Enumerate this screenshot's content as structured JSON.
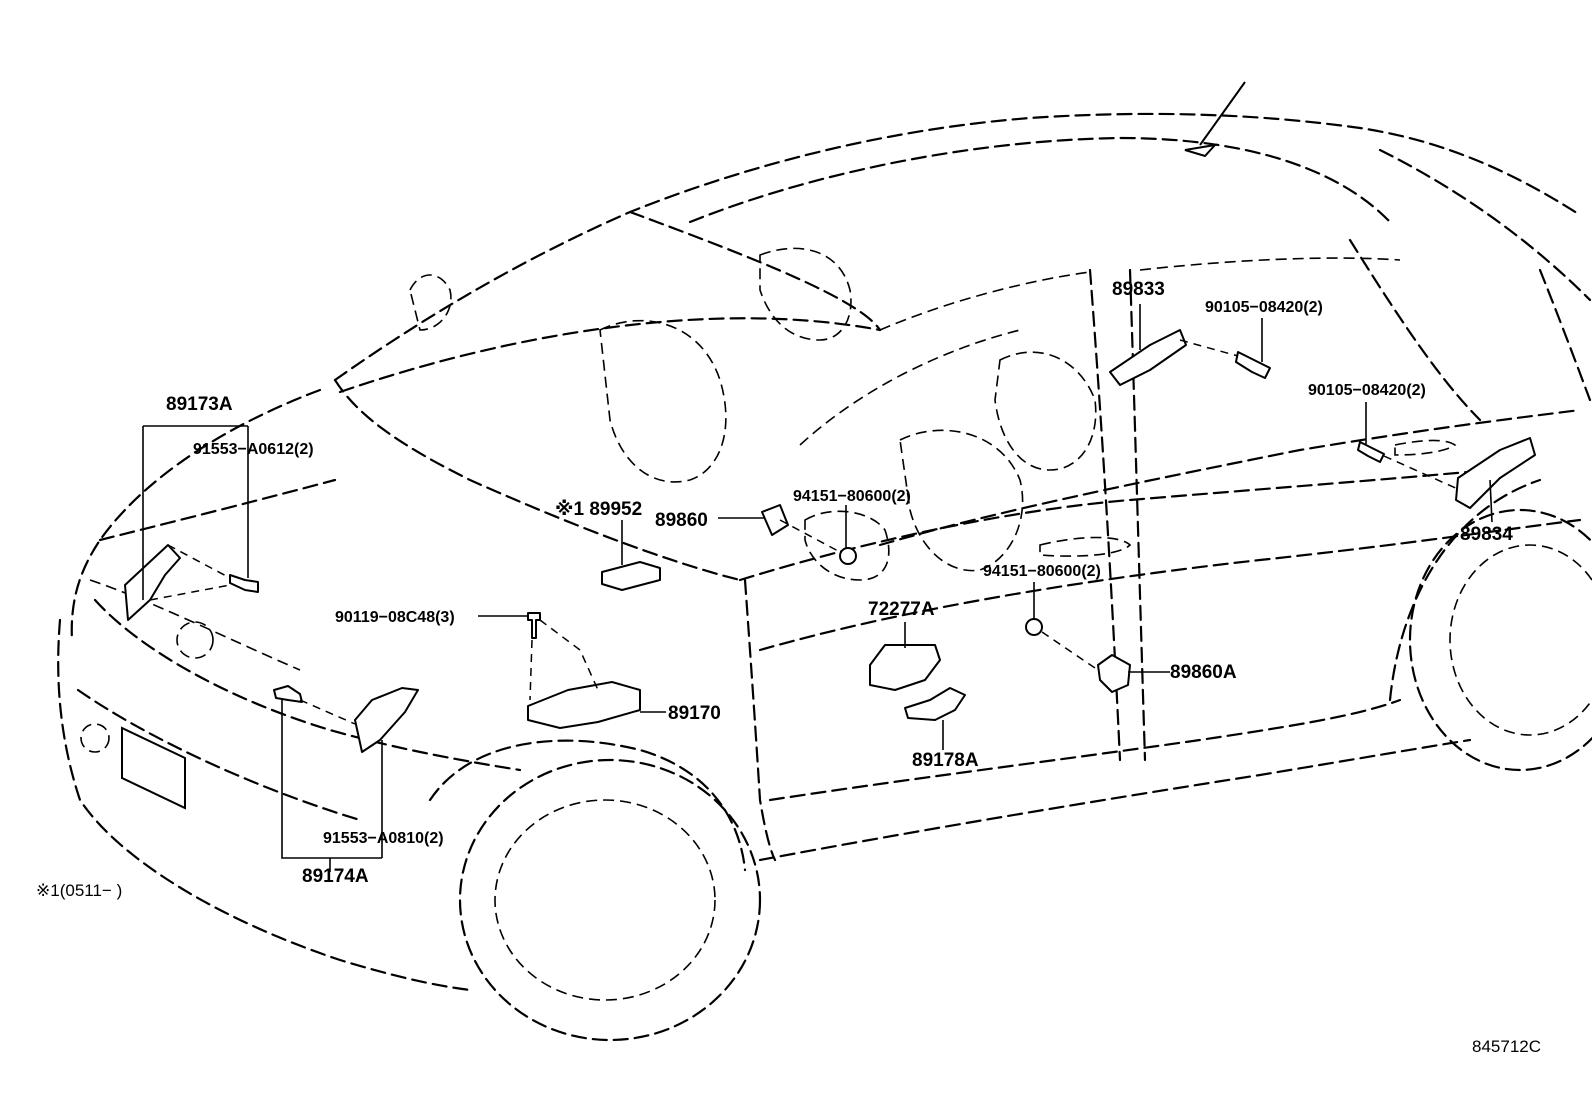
{
  "diagram": {
    "labels": {
      "p89173A": "89173A",
      "p91553_A0612": "91553−A0612(2)",
      "p89952": "※1 89952",
      "p89860": "89860",
      "p94151_80600_front": "94151−80600(2)",
      "p89833": "89833",
      "p90105_08420_a": "90105−08420(2)",
      "p90105_08420_b": "90105−08420(2)",
      "p89834": "89834",
      "p90119_08C48": "90119−08C48(3)",
      "p72277A": "72277A",
      "p94151_80600_rear": "94151−80600(2)",
      "p89860A": "89860A",
      "p89170": "89170",
      "p89178A": "89178A",
      "p91553_A0810": "91553−A0810(2)",
      "p89174A": "89174A"
    },
    "footnote": "※1(0511−   )",
    "figure_code": "845712C"
  }
}
